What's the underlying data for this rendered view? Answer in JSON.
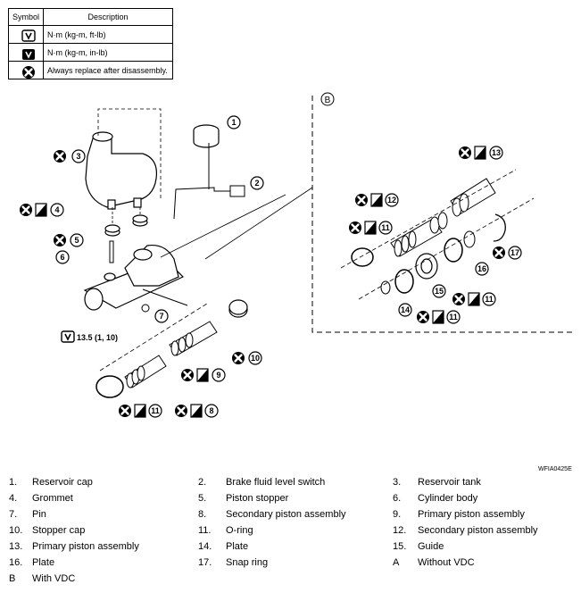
{
  "legend": {
    "header_symbol": "Symbol",
    "header_description": "Description",
    "rows": [
      {
        "icon": "torque-wrench-icon",
        "text": "N·m (kg-m, ft-lb)"
      },
      {
        "icon": "torque-wrench-inlb-icon",
        "text": "N·m (kg-m, in-lb)"
      },
      {
        "icon": "replace-after-disassembly-icon",
        "text": "Always replace after disassembly."
      }
    ]
  },
  "diagram": {
    "torque_value": "13.5 (1, 10)",
    "section_b_label": "B",
    "figure_id": "WFIA0425E",
    "callouts": [
      "1",
      "2",
      "3",
      "4",
      "5",
      "6",
      "7",
      "8",
      "9",
      "10",
      "11",
      "12",
      "13",
      "14",
      "15",
      "16",
      "17"
    ]
  },
  "parts": [
    {
      "num": "1.",
      "name": "Reservoir cap"
    },
    {
      "num": "2.",
      "name": "Brake fluid level switch"
    },
    {
      "num": "3.",
      "name": "Reservoir tank"
    },
    {
      "num": "4.",
      "name": "Grommet"
    },
    {
      "num": "5.",
      "name": "Piston stopper"
    },
    {
      "num": "6.",
      "name": "Cylinder body"
    },
    {
      "num": "7.",
      "name": "Pin"
    },
    {
      "num": "8.",
      "name": "Secondary piston assembly"
    },
    {
      "num": "9.",
      "name": "Primary piston assembly"
    },
    {
      "num": "10.",
      "name": "Stopper cap"
    },
    {
      "num": "11.",
      "name": "O-ring"
    },
    {
      "num": "12.",
      "name": "Secondary piston assembly"
    },
    {
      "num": "13.",
      "name": "Primary piston assembly"
    },
    {
      "num": "14.",
      "name": "Plate"
    },
    {
      "num": "15.",
      "name": "Guide"
    },
    {
      "num": "16.",
      "name": "Plate"
    },
    {
      "num": "17.",
      "name": "Snap ring"
    },
    {
      "num": "A",
      "name": "Without VDC"
    },
    {
      "num": "B",
      "name": "With VDC"
    }
  ]
}
